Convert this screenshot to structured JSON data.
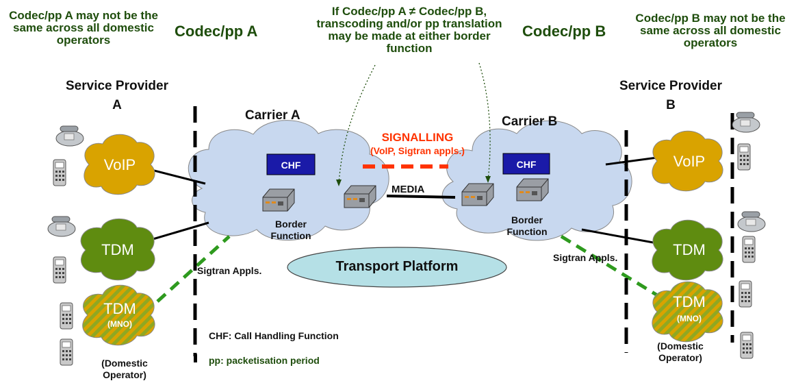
{
  "notes": {
    "left": "Codec/pp A may not be the same across all domestic operators",
    "right": "Codec/pp B may not be the same across all domestic operators",
    "middle": "If Codec/pp A ≠ Codec/pp B, transcoding and/or pp translation may be made at either border function"
  },
  "codec_a": "Codec/pp A",
  "codec_b": "Codec/pp B",
  "sp_a": "Service Provider A",
  "sp_b": "Service Provider B",
  "carrier_a": "Carrier A",
  "carrier_b": "Carrier B",
  "chf": "CHF",
  "border_function": "Border Function",
  "signalling": "SIGNALLING",
  "signalling_sub": "(VoIP, Sigtran appls.)",
  "media": "MEDIA",
  "transport": "Transport Platform",
  "sigtran_a": "Sigtran Appls.",
  "sigtran_b": "Sigtran Appls.",
  "voip": "VoIP",
  "tdm": "TDM",
  "mno": "(MNO)",
  "domestic_operator": "(Domestic Operator)",
  "legend": {
    "chf": "CHF: Call Handling Function",
    "pp": "pp: packetisation period"
  },
  "colors": {
    "voip_cloud": "#d9a300",
    "tdm_cloud": "#5f8c10",
    "carrier_cloud": "#c8d8ef",
    "transport": "#b5e0e6",
    "chf_box": "#1a1aa8",
    "signalling": "#ff3300",
    "sigtran_line": "#2e9a1e",
    "note_text": "#1e4d0c"
  }
}
